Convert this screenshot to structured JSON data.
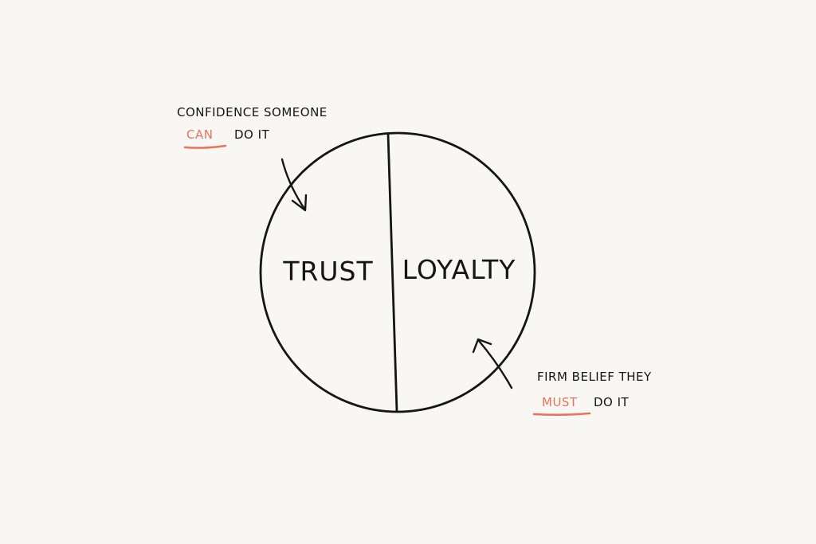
{
  "colors": {
    "background": "#f8f7f4",
    "ink": "#151515",
    "accent": "#e9735a"
  },
  "circle": {
    "left_label": "TRUST",
    "right_label": "LOYALTY"
  },
  "annotation_top": {
    "line1": "CONFIDENCE SOMEONE",
    "emphasis": "CAN",
    "rest": "DO IT",
    "arrow_icon": "curved-arrow-down-icon"
  },
  "annotation_bottom": {
    "line1": "FIRM BELIEF THEY",
    "emphasis": "MUST",
    "rest": "DO IT",
    "arrow_icon": "curved-arrow-up-icon"
  }
}
